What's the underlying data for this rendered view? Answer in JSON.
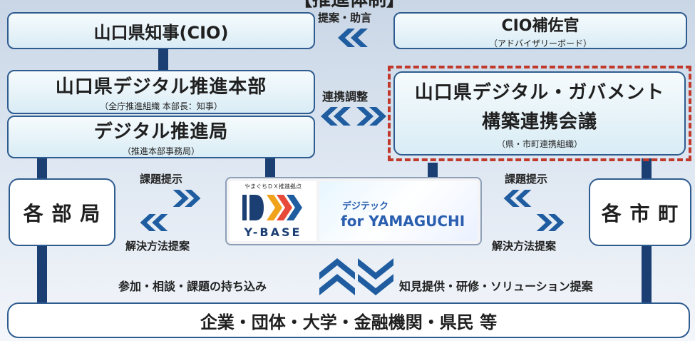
{
  "header_fragment": "【推進体制】",
  "governor": {
    "title": "山口県知事(CIO)"
  },
  "cio_advisor": {
    "title": "CIO補佐官",
    "subtitle": "（アドバイザリーボード）"
  },
  "proposal_advice_label": "提案・助言",
  "hq": {
    "title": "山口県デジタル推進本部",
    "subtitle": "（全庁推進組織 本部長：知事）"
  },
  "bureau": {
    "title": "デジタル推進局",
    "subtitle": "（推進本部事務局）"
  },
  "coordination_label": "連携調整",
  "council": {
    "title_line1": "山口県デジタル・ガバメント",
    "title_line2": "構築連携会議",
    "subtitle": "（県・市町連携組織）"
  },
  "departments": {
    "title": "各 部 局"
  },
  "municipalities": {
    "title": "各 市 町"
  },
  "left_issue_label": "課題提示",
  "left_solution_label": "解決方法提案",
  "right_issue_label": "課題提示",
  "right_solution_label": "解決方法提案",
  "ybase": {
    "caption": "やまぐちＤＸ推進拠点",
    "logo_text": "Y-BASE"
  },
  "digitech": {
    "line1": "デジテック",
    "line2": "for YAMAGUCHI"
  },
  "participation_label": "参加・相談・課題の持ち込み",
  "knowledge_label": "知見提供・研修・ソリューション提案",
  "public": {
    "title": "企業・団体・大学・金融機関・県民 等"
  },
  "colors": {
    "navy": "#1c3f73",
    "arrow_blue": "#1f5da0",
    "dashed_red": "#c0392b",
    "box_border": "#2f5c8f"
  },
  "icons": [
    "double-chevron-left-icon",
    "double-chevron-right-icon",
    "double-chevron-up-icon",
    "double-chevron-down-icon",
    "dx-logo-icon"
  ]
}
